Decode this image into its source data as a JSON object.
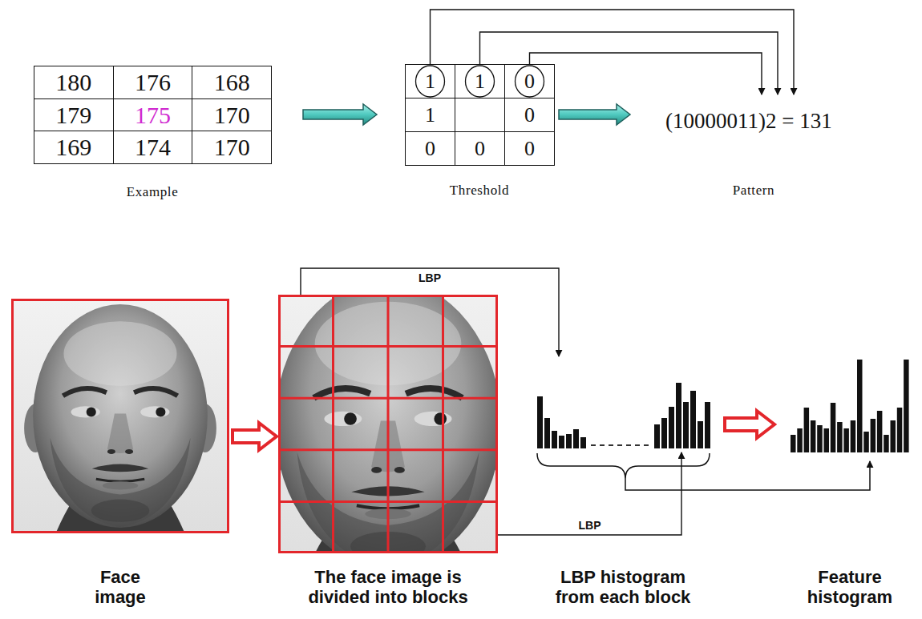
{
  "diagram": {
    "nodes": [
      {
        "text": [
          "Example"
        ]
      },
      {
        "text": [
          "180"
        ],
        "in": 0
      },
      {
        "text": [
          "176"
        ],
        "in": 0
      },
      {
        "text": [
          "168"
        ],
        "in": 0
      },
      {
        "text": [
          "179"
        ],
        "in": 0
      },
      {
        "text": [
          "175"
        ],
        "in": 0
      },
      {
        "text": [
          "170"
        ],
        "in": 0
      },
      {
        "text": [
          "169"
        ],
        "in": 0
      },
      {
        "text": [
          "174"
        ],
        "in": 0
      },
      {
        "text": [
          "170"
        ],
        "in": 0
      },
      {
        "text": [
          "Threshold"
        ]
      },
      {
        "text": [
          "1"
        ],
        "in": 10
      },
      {
        "text": [
          "1"
        ],
        "in": 10
      },
      {
        "text": [
          "0"
        ],
        "in": 10
      },
      {
        "text": [
          "1"
        ],
        "in": 10
      },
      {
        "text": [
          "0"
        ],
        "in": 10
      },
      {
        "text": [
          "0"
        ],
        "in": 10
      },
      {
        "text": [
          "0"
        ],
        "in": 10
      },
      {
        "text": [
          "0"
        ],
        "in": 10
      },
      {
        "text": [
          "(10000011)2 = 131",
          "Pattern"
        ]
      },
      {
        "text": [
          "Face image"
        ]
      },
      {
        "text": [
          "The face image is divided into blocks"
        ]
      },
      {
        "text": [
          "LBP histogram from each block"
        ]
      },
      {
        "text": [
          "Feature histogram"
        ]
      }
    ],
    "edges": [
      {
        "from": 0,
        "to": 10,
        "arrow": "to"
      },
      {
        "from": 10,
        "to": 19,
        "arrow": "to"
      },
      {
        "from": 11,
        "to": 19,
        "arrow": "to"
      },
      {
        "from": 12,
        "to": 19,
        "arrow": "to"
      },
      {
        "from": 13,
        "to": 19,
        "arrow": "to"
      },
      {
        "from": 20,
        "to": 21,
        "arrow": "to"
      },
      {
        "from": 21,
        "to": 22,
        "label": "LBP",
        "arrow": "to"
      },
      {
        "from": 21,
        "to": 22,
        "label": "LBP",
        "arrow": "to"
      },
      {
        "from": 22,
        "to": 23,
        "arrow": "to"
      }
    ]
  }
}
